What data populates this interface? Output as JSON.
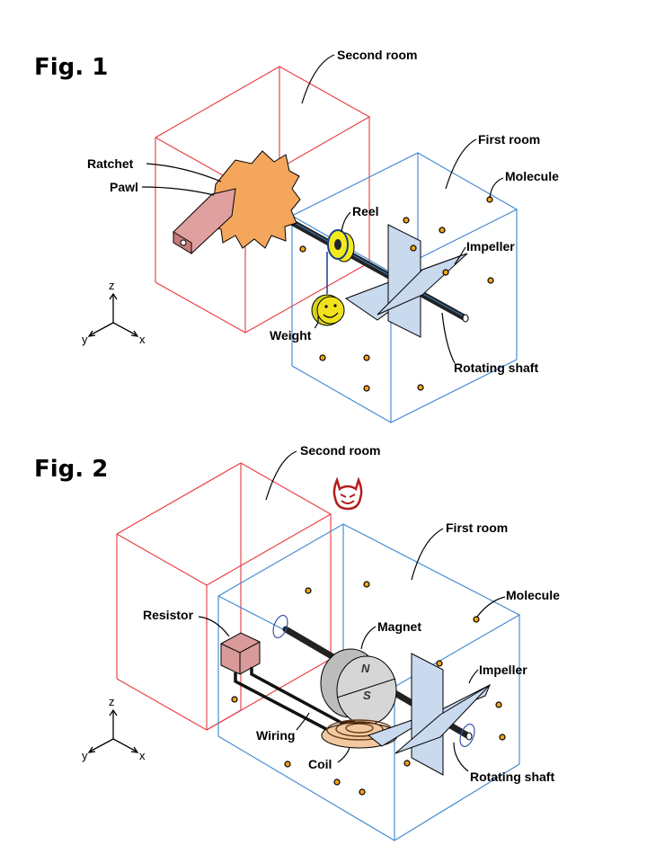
{
  "figures": [
    {
      "title": "Fig. 1",
      "labels": {
        "second_room": "Second room",
        "first_room": "First room",
        "molecule": "Molecule",
        "ratchet": "Ratchet",
        "pawl": "Pawl",
        "reel": "Reel",
        "impeller": "Impeller",
        "weight": "Weight",
        "rotating_shaft": "Rotating shaft"
      },
      "axes": {
        "z": "z",
        "y": "y",
        "x": "x"
      }
    },
    {
      "title": "Fig. 2",
      "labels": {
        "second_room": "Second room",
        "first_room": "First room",
        "molecule": "Molecule",
        "resistor": "Resistor",
        "magnet": "Magnet",
        "impeller": "Impeller",
        "wiring": "Wiring",
        "coil": "Coil",
        "rotating_shaft": "Rotating shaft",
        "magnet_north": "N",
        "magnet_south": "S"
      },
      "axes": {
        "z": "z",
        "y": "y",
        "x": "x"
      }
    }
  ],
  "colors": {
    "second_room": "#e8383d",
    "first_room": "#3a86d0",
    "molecule": "#f3a514",
    "ratchet": "#f4a65c",
    "pawl": "#e0a0a0",
    "reel": "#f2ea1a",
    "weight": "#d8d21e",
    "impeller": "#c9d9ee",
    "magnet": "#d6d6d6",
    "resistor": "#d99a9a",
    "coil": "#f1c9a0",
    "demon": "#b51d1d"
  }
}
